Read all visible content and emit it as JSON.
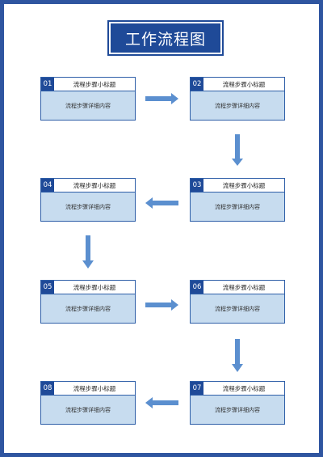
{
  "title": "工作流程图",
  "colors": {
    "frame": "#2f55a0",
    "title_bg": "#1f4a98",
    "card_body": "#c7dcef",
    "number_bg": "#1f4a98",
    "arrow": "#5b8fcf"
  },
  "steps": [
    {
      "number": "01",
      "subtitle": "流程步骤小标题",
      "content": "流程步骤详细内容"
    },
    {
      "number": "02",
      "subtitle": "流程步骤小标题",
      "content": "流程步骤详细内容"
    },
    {
      "number": "03",
      "subtitle": "流程步骤小标题",
      "content": "流程步骤详细内容"
    },
    {
      "number": "04",
      "subtitle": "流程步骤小标题",
      "content": "流程步骤详细内容"
    },
    {
      "number": "05",
      "subtitle": "流程步骤小标题",
      "content": "流程步骤详细内容"
    },
    {
      "number": "06",
      "subtitle": "流程步骤小标题",
      "content": "流程步骤详细内容"
    },
    {
      "number": "07",
      "subtitle": "流程步骤小标题",
      "content": "流程步骤详细内容"
    },
    {
      "number": "08",
      "subtitle": "流程步骤小标题",
      "content": "流程步骤详细内容"
    }
  ]
}
